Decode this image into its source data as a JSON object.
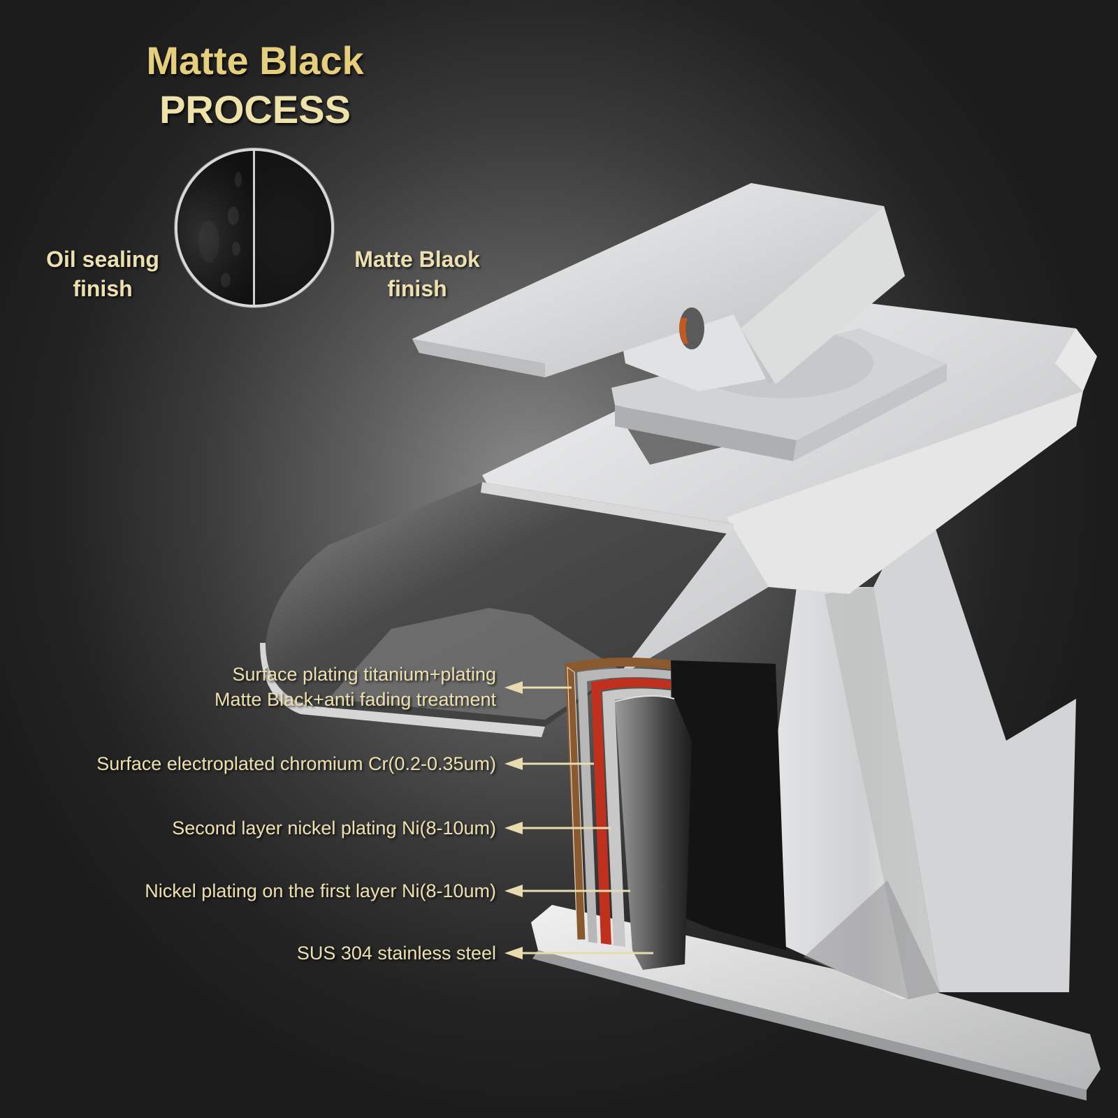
{
  "title": {
    "line1": "Matte Black",
    "line2": "PROCESS"
  },
  "swatch": {
    "left_label_line1": "Oil sealing",
    "left_label_line2": "finish",
    "right_label_line1": "Matte Blaok",
    "right_label_line2": "finish"
  },
  "layers": [
    {
      "line1": "Surface plating titanium+plating",
      "line2": "Matte Black+anti fading treatment",
      "color": "#8a5a2e"
    },
    {
      "line1": "Surface electroplated chromium Cr(0.2-0.35um)",
      "color": "#b8b8b8"
    },
    {
      "line1": "Second layer nickel plating Ni(8-10um)",
      "color": "#c0301c"
    },
    {
      "line1": "Nickel plating on the first layer Ni(8-10um)",
      "color": "#c8c8c8"
    },
    {
      "line1": "SUS 304 stainless steel",
      "color": "#6e6e6e"
    }
  ],
  "colors": {
    "title_gold": "#e6cf7c",
    "label_cream": "#ede0b0",
    "arrow": "#e8dcae",
    "chrome": "#d9dadb",
    "background_dark": "#1c1c1c"
  }
}
